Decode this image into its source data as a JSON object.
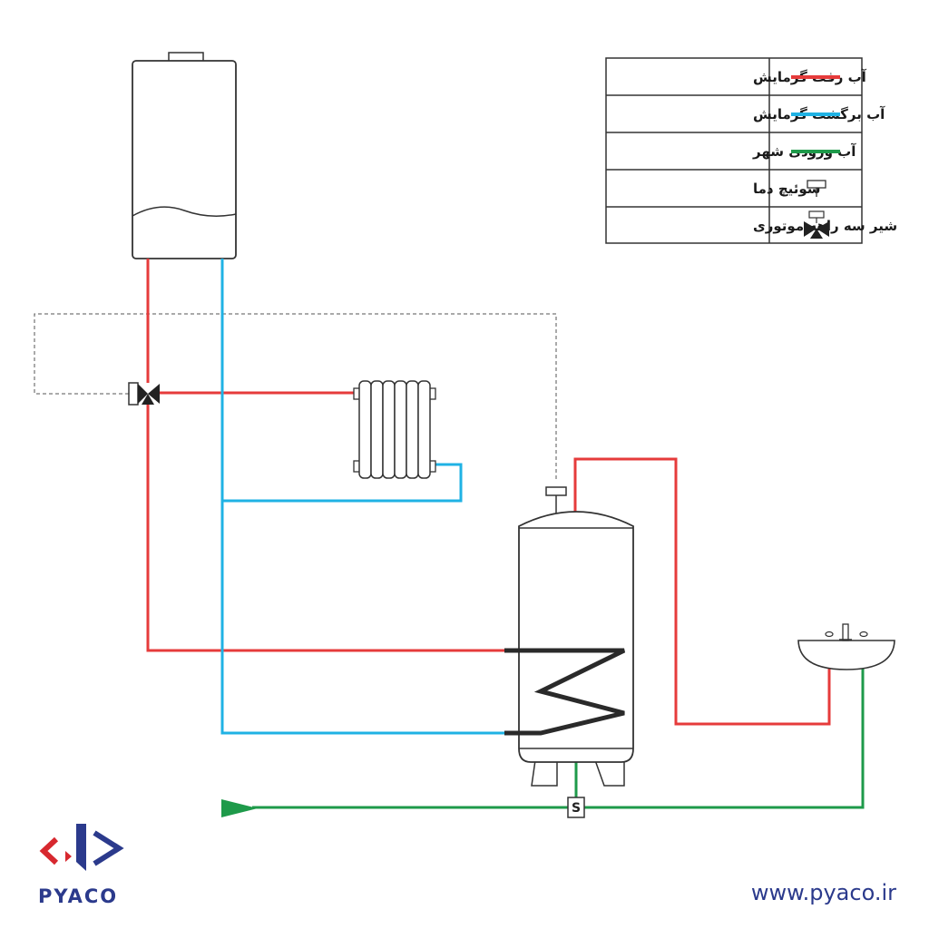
{
  "legend": {
    "rows": [
      {
        "label": "آب رفت گرمایش",
        "symbol": "line",
        "color": "#e63b3b"
      },
      {
        "label": "آب برگشت گرمایش",
        "symbol": "line",
        "color": "#1fb2e4"
      },
      {
        "label": "آب ورودی شهر",
        "symbol": "line",
        "color": "#1e9a4a"
      },
      {
        "label": "سوئیچ دما",
        "symbol": "thermostat-icon"
      },
      {
        "label": "شیر سه راهه موتوری",
        "symbol": "three-way-valve-icon"
      }
    ]
  },
  "components": {
    "sensor_label": "S"
  },
  "colors": {
    "supply": "#e63b3b",
    "return": "#1fb2e4",
    "city_water": "#1e9a4a",
    "outline": "#333333",
    "logo_red": "#d7282f",
    "logo_blue": "#2b3a8c"
  },
  "footer": {
    "logo_text": "PYACO",
    "website": "www.pyaco.ir"
  }
}
